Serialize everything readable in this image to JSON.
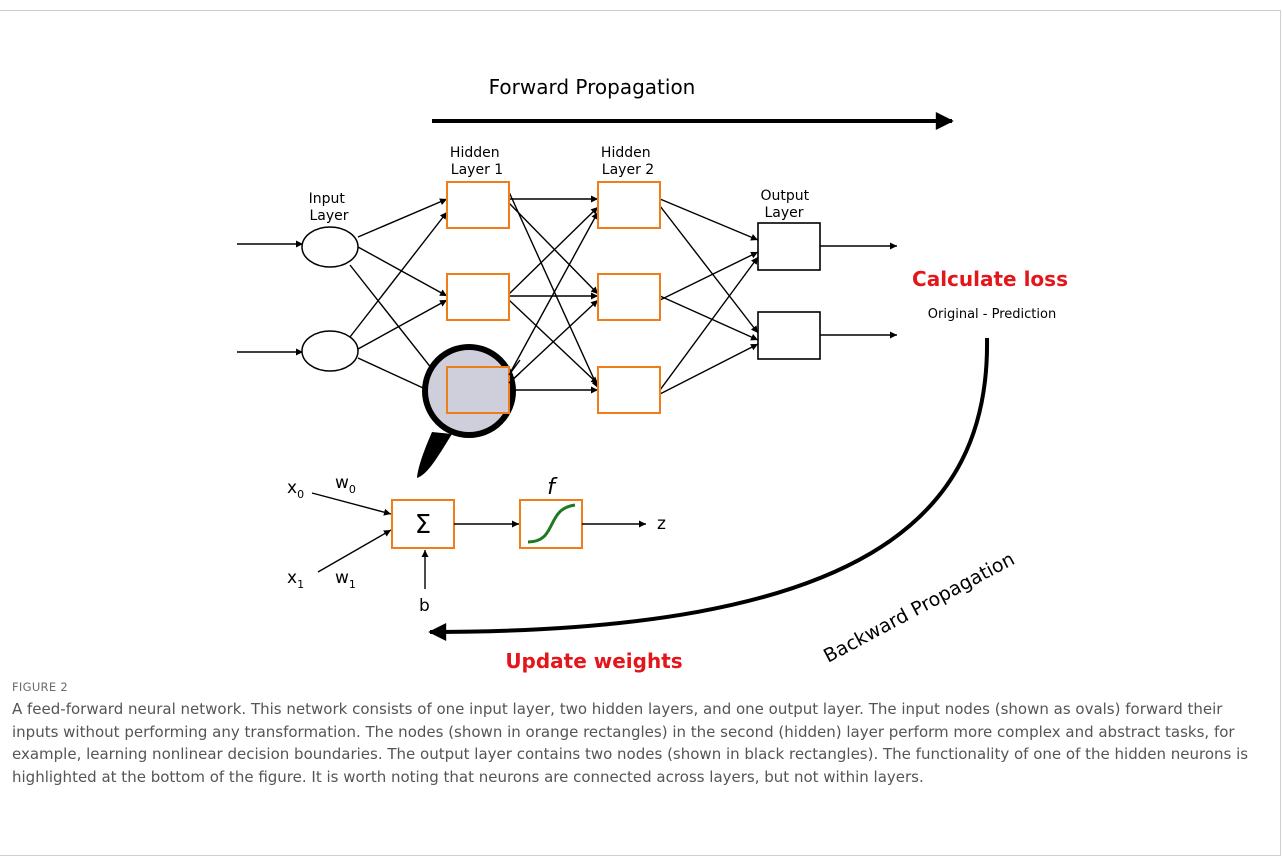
{
  "diagram": {
    "forward_label": "Forward Propagation",
    "backward_label": "Backward Propagation",
    "calculate_loss": "Calculate loss",
    "loss_formula": "Original - Prediction",
    "update_weights": "Update weights",
    "layer_labels": {
      "input": [
        "Input",
        "Layer"
      ],
      "hidden1": [
        "Hidden",
        "Layer 1"
      ],
      "hidden2": [
        "Hidden",
        "Layer 2"
      ],
      "output": [
        "Output",
        "Layer"
      ]
    },
    "neuron_detail": {
      "x0": "x",
      "x0_sub": "0",
      "x1": "x",
      "x1_sub": "1",
      "w0": "w",
      "w0_sub": "0",
      "w1": "w",
      "w1_sub": "1",
      "sum_symbol": "Σ",
      "activation_symbol": "f",
      "bias": "b",
      "output": "z"
    },
    "colors": {
      "accent_red": "#e3161b",
      "node_orange": "#f07d1a",
      "curve_green": "#1f7a1f",
      "magnifier_fill": "#cfcfdc"
    }
  },
  "caption": {
    "label": "FIGURE 2",
    "text": "A feed-forward neural network. This network consists of one input layer, two hidden layers, and one output layer. The input nodes (shown as ovals) forward their inputs without performing any transformation. The nodes (shown in orange rectangles) in the second (hidden) layer perform more complex and abstract tasks, for example, learning nonlinear decision boundaries. The output layer contains two nodes (shown in black rectangles). The functionality of one of the hidden neurons is highlighted at the bottom of the figure. It is worth noting that neurons are connected across layers, but not within layers."
  }
}
